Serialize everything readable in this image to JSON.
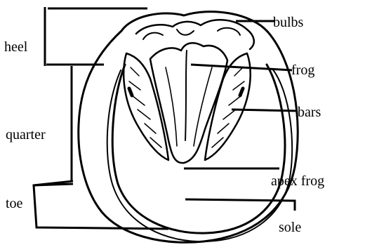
{
  "labels": {
    "heel": "heel",
    "quarter": "quarter",
    "toe": "toe",
    "bulbs": "bulbs",
    "frog": "frog",
    "bars": "bars",
    "apex_frog": "apex frog",
    "sole": "sole"
  },
  "colors": {
    "ink": "#000000",
    "background": "#ffffff"
  }
}
